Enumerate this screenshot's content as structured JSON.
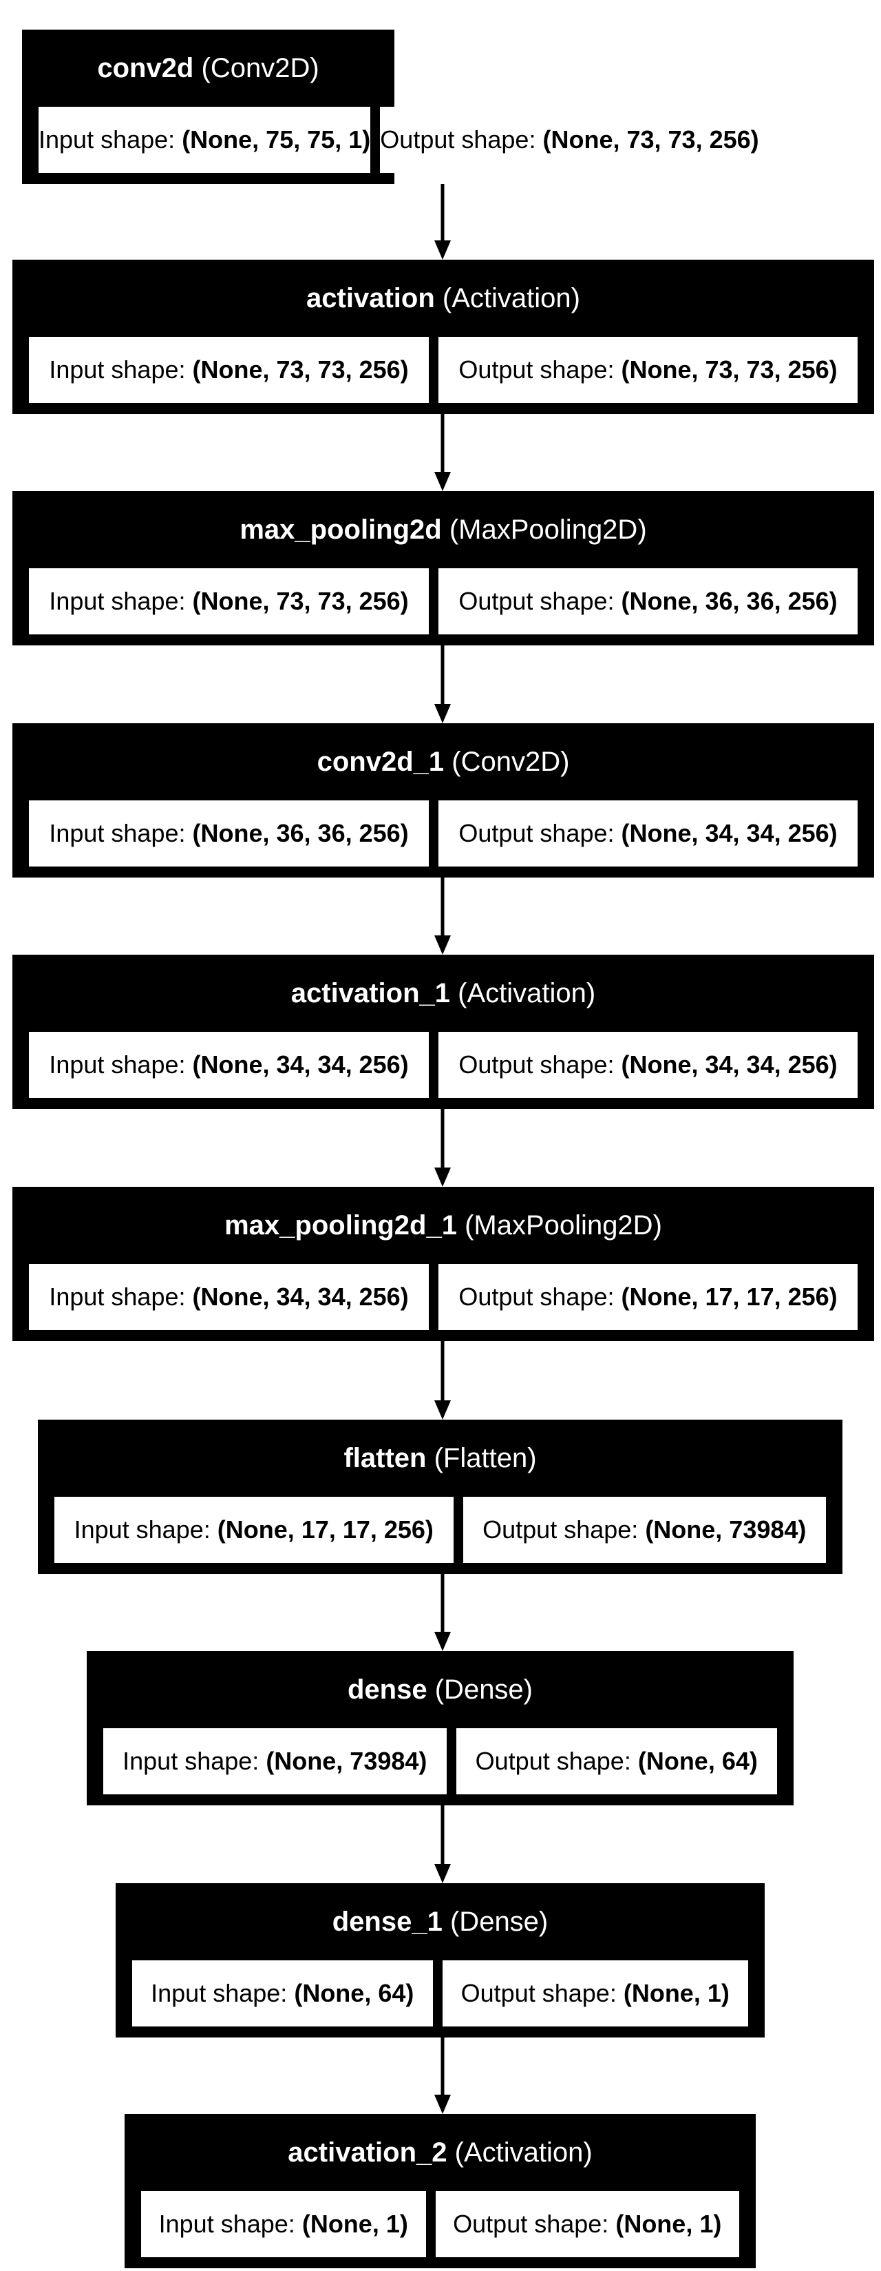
{
  "layers": [
    {
      "name": "conv2d",
      "type": "(Conv2D)",
      "input_label": "Input shape:",
      "input_shape": "(None, 75, 75, 1)",
      "output_label": "Output shape:",
      "output_shape": "(None, 73, 73, 256)"
    },
    {
      "name": "activation",
      "type": "(Activation)",
      "input_label": "Input shape:",
      "input_shape": "(None, 73, 73, 256)",
      "output_label": "Output shape:",
      "output_shape": "(None, 73, 73, 256)"
    },
    {
      "name": "max_pooling2d",
      "type": "(MaxPooling2D)",
      "input_label": "Input shape:",
      "input_shape": "(None, 73, 73, 256)",
      "output_label": "Output shape:",
      "output_shape": "(None, 36, 36, 256)"
    },
    {
      "name": "conv2d_1",
      "type": "(Conv2D)",
      "input_label": "Input shape:",
      "input_shape": "(None, 36, 36, 256)",
      "output_label": "Output shape:",
      "output_shape": "(None, 34, 34, 256)"
    },
    {
      "name": "activation_1",
      "type": "(Activation)",
      "input_label": "Input shape:",
      "input_shape": "(None, 34, 34, 256)",
      "output_label": "Output shape:",
      "output_shape": "(None, 34, 34, 256)"
    },
    {
      "name": "max_pooling2d_1",
      "type": "(MaxPooling2D)",
      "input_label": "Input shape:",
      "input_shape": "(None, 34, 34, 256)",
      "output_label": "Output shape:",
      "output_shape": "(None, 17, 17, 256)"
    },
    {
      "name": "flatten",
      "type": "(Flatten)",
      "input_label": "Input shape:",
      "input_shape": "(None, 17, 17, 256)",
      "output_label": "Output shape:",
      "output_shape": "(None, 73984)"
    },
    {
      "name": "dense",
      "type": "(Dense)",
      "input_label": "Input shape:",
      "input_shape": "(None, 73984)",
      "output_label": "Output shape:",
      "output_shape": "(None, 64)"
    },
    {
      "name": "dense_1",
      "type": "(Dense)",
      "input_label": "Input shape:",
      "input_shape": "(None, 64)",
      "output_label": "Output shape:",
      "output_shape": "(None, 1)"
    },
    {
      "name": "activation_2",
      "type": "(Activation)",
      "input_label": "Input shape:",
      "input_shape": "(None, 1)",
      "output_label": "Output shape:",
      "output_shape": "(None, 1)"
    }
  ]
}
